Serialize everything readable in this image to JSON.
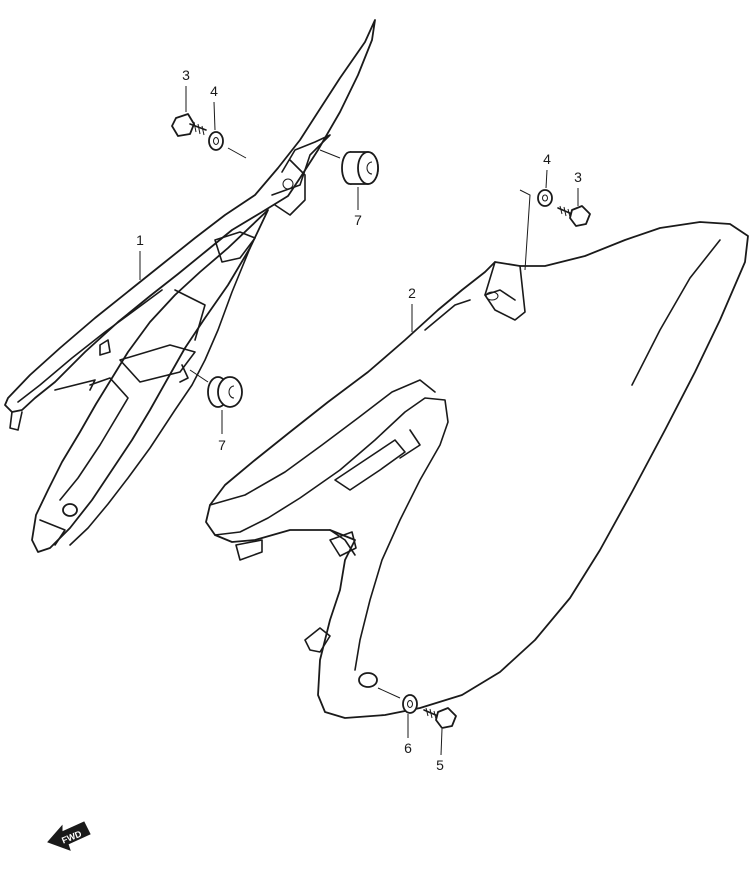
{
  "callouts": {
    "c1": "1",
    "c2": "2",
    "c3a": "3",
    "c3b": "3",
    "c4a": "4",
    "c4b": "4",
    "c5": "5",
    "c6": "6",
    "c7a": "7",
    "c7b": "7"
  },
  "fwd_label": "FWD"
}
